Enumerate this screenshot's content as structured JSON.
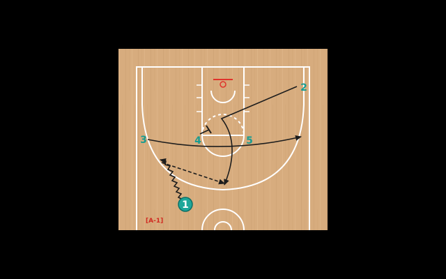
{
  "play_tag": "[A-1]",
  "colors": {
    "background": "#000000",
    "floor": "#d7ac7e",
    "court_lines": "#ffffff",
    "player_marker": "#1fa79a",
    "player_text": "#1a9c90",
    "action_lines": "#1d1d1d",
    "rim": "#e0332b",
    "tag": "#d12b22"
  },
  "players": [
    {
      "id": "p1",
      "label": "1",
      "style": "ball-handler",
      "icon": "circle-marker"
    },
    {
      "id": "p2",
      "label": "2",
      "style": "label"
    },
    {
      "id": "p3",
      "label": "3",
      "style": "label"
    },
    {
      "id": "p4",
      "label": "4",
      "style": "label"
    },
    {
      "id": "p5",
      "label": "5",
      "style": "label"
    }
  ],
  "actions": [
    {
      "type": "dribble",
      "from": "1",
      "description": "wavy-line"
    },
    {
      "type": "pass",
      "description": "dashed-line"
    },
    {
      "type": "cut",
      "player": "2"
    },
    {
      "type": "cut",
      "player": "3"
    },
    {
      "type": "screen",
      "player": "4"
    }
  ]
}
